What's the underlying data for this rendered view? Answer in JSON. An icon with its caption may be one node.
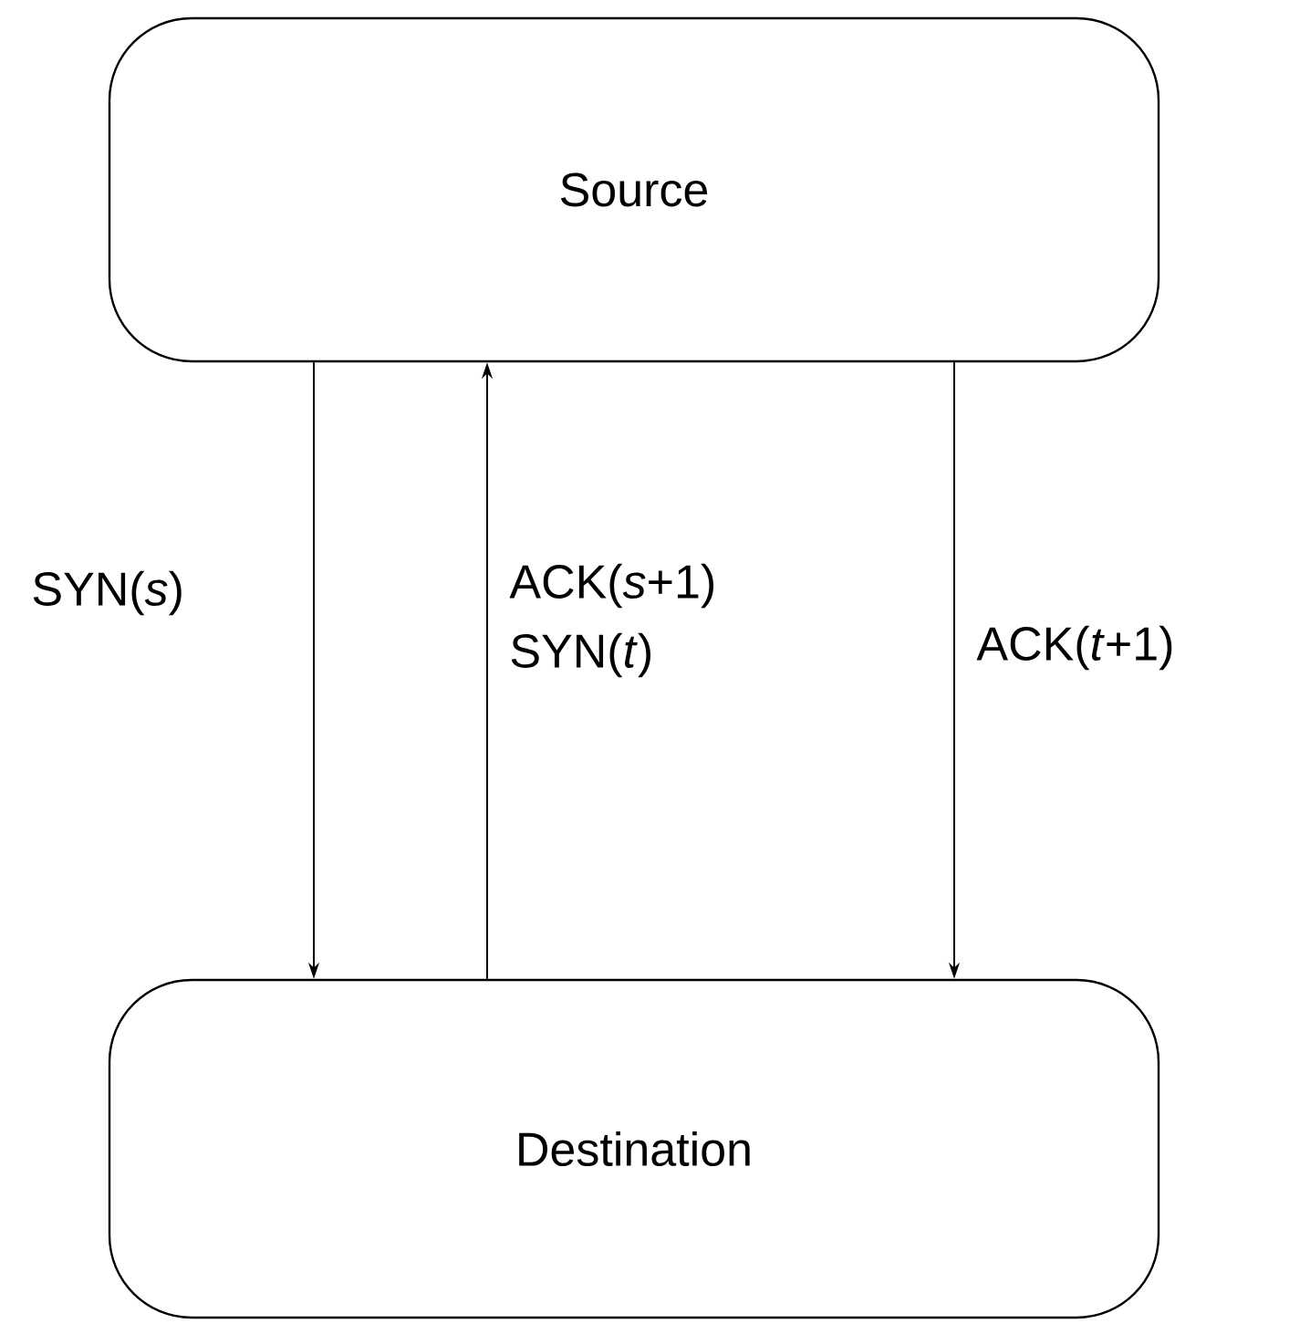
{
  "diagram": {
    "nodes": [
      {
        "text": [
          "Source"
        ]
      },
      {
        "text": [
          "Destination"
        ]
      }
    ],
    "edges": [
      {
        "from": 0,
        "to": 1,
        "arrow": "to",
        "label": "SYN(*s*)"
      },
      {
        "from": 1,
        "to": 0,
        "arrow": "to",
        "label": "ACK(*s*+1) SYN(*t*)"
      },
      {
        "from": 0,
        "to": 1,
        "arrow": "to",
        "label": "ACK(*t*+1)"
      }
    ]
  }
}
